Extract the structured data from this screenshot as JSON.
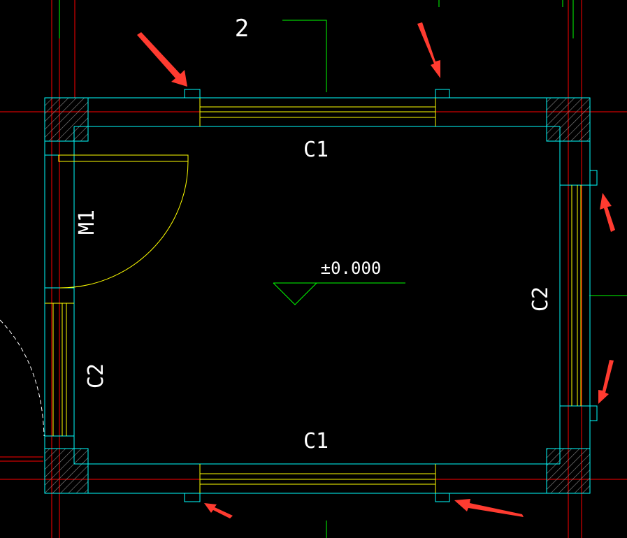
{
  "labels": {
    "axis_number": "2",
    "window_top": "C1",
    "window_bottom": "C1",
    "window_left": "C2",
    "window_right": "C2",
    "door": "M1",
    "elevation": "±0.000"
  },
  "colors": {
    "background": "#000000",
    "axis": "#ff0000",
    "wall": "#00ffff",
    "window_door": "#ffff00",
    "grid_green": "#00ff00",
    "text": "#ffffff",
    "arrow": "#ff3b30",
    "dashed": "#ffffff"
  }
}
